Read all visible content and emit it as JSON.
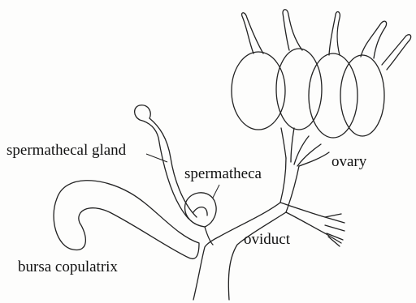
{
  "figure": {
    "labels": {
      "spermathecal_gland": "spermathecal gland",
      "spermatheca": "spermatheca",
      "ovary": "ovary",
      "oviduct": "oviduct",
      "bursa_copulatrix": "bursa copulatrix"
    }
  }
}
